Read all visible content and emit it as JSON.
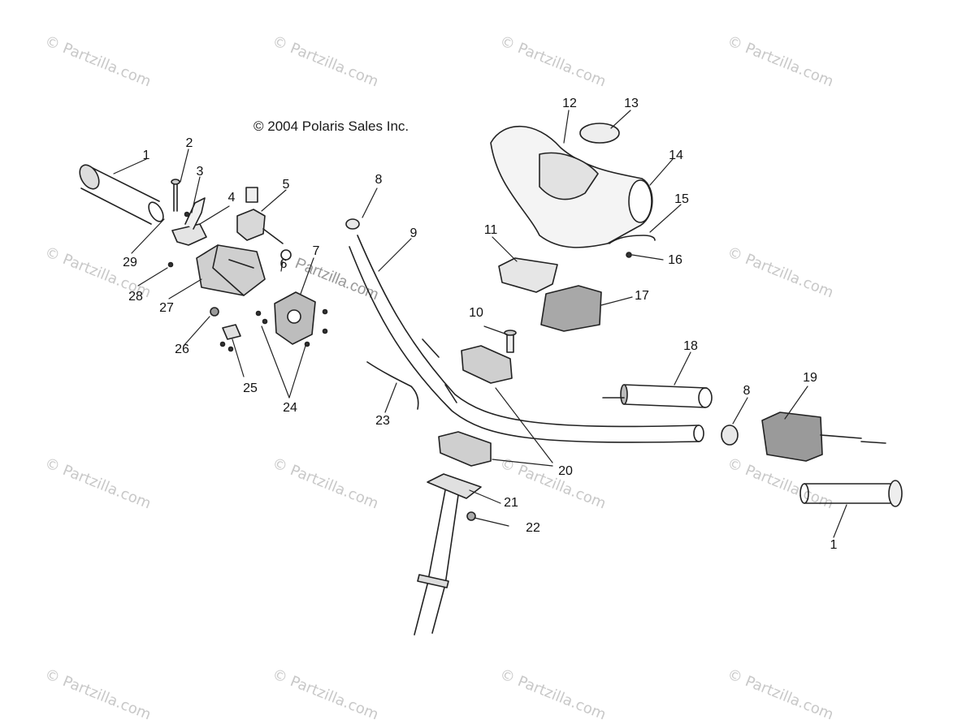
{
  "copyright": "© 2004 Polaris Sales Inc.",
  "watermark": "© Partzilla.com",
  "center_watermark": "Partzilla.com",
  "callouts": [
    "1",
    "2",
    "3",
    "4",
    "5",
    "6",
    "7",
    "8",
    "9",
    "10",
    "11",
    "12",
    "13",
    "14",
    "15",
    "16",
    "17",
    "18",
    "19",
    "20",
    "21",
    "22",
    "23",
    "24",
    "25",
    "26",
    "27",
    "28",
    "29",
    "8",
    "1"
  ]
}
